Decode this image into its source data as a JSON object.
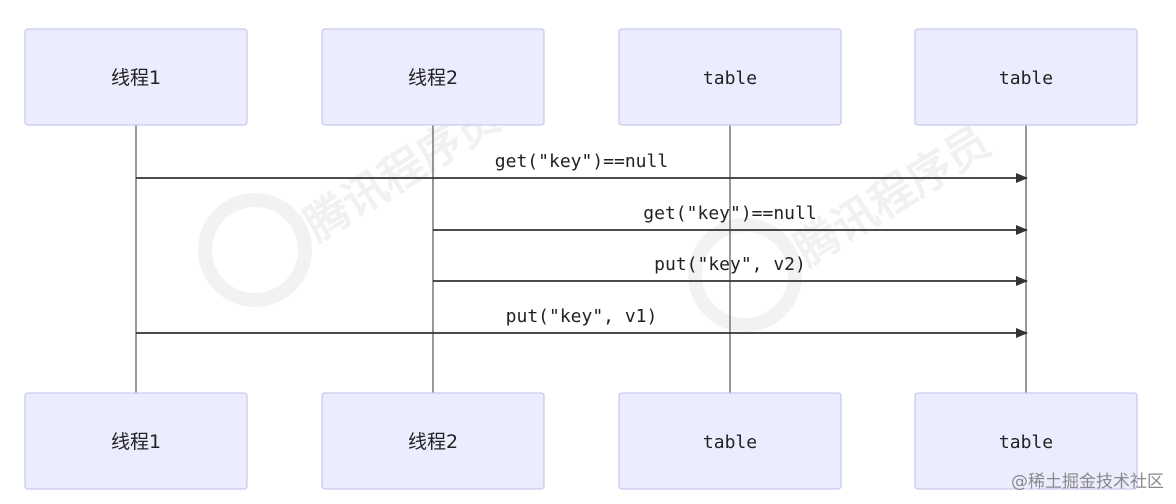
{
  "actors": [
    {
      "label": "线程1",
      "mono": false
    },
    {
      "label": "线程2",
      "mono": false
    },
    {
      "label": "table",
      "mono": true
    },
    {
      "label": "table",
      "mono": true
    }
  ],
  "messages": [
    {
      "from": 0,
      "to": 3,
      "label": "get(\"key\")==null"
    },
    {
      "from": 1,
      "to": 3,
      "label": "get(\"key\")==null"
    },
    {
      "from": 1,
      "to": 3,
      "label": "put(\"key\", v2)"
    },
    {
      "from": 0,
      "to": 3,
      "label": "put(\"key\", v1)"
    }
  ],
  "watermark": {
    "text": "腾讯程序员"
  },
  "credit": "@稀土掘金技术社区",
  "colors": {
    "actor_fill": "#ececff",
    "actor_stroke": "#c9c9ef",
    "line": "#333333"
  }
}
